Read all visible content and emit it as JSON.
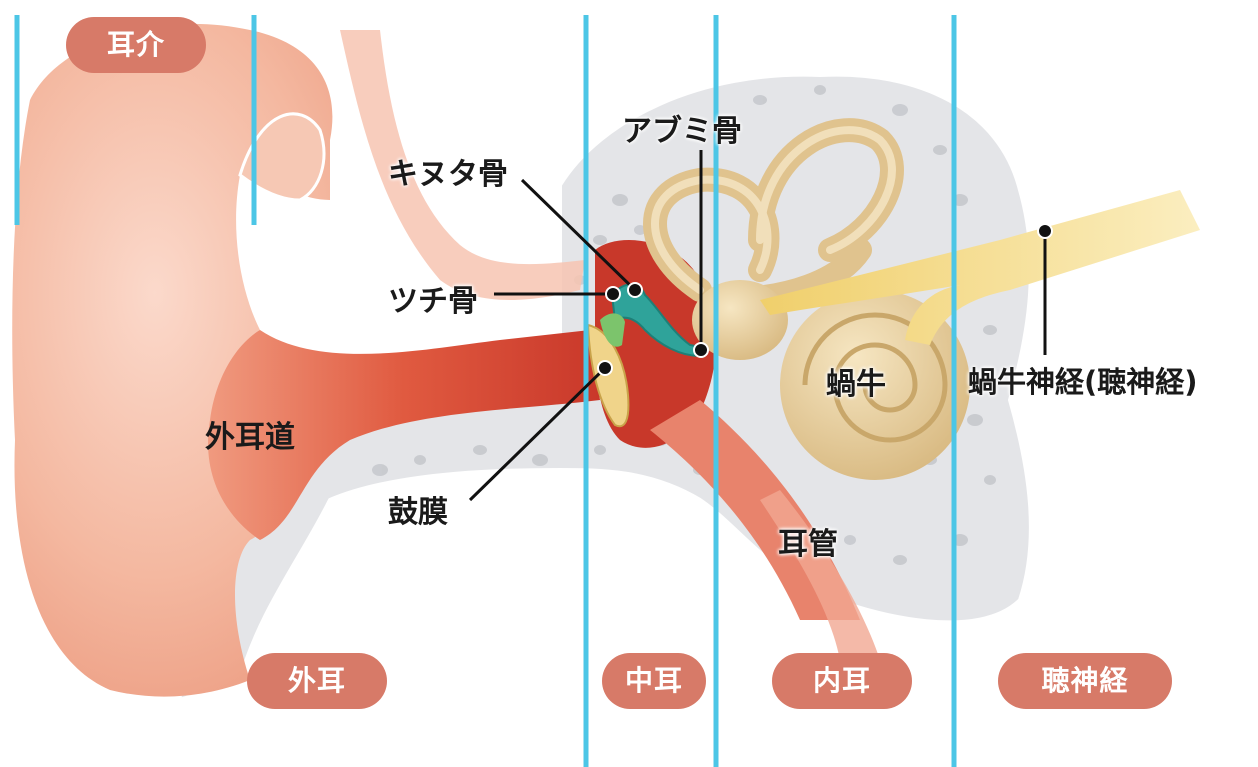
{
  "sections": {
    "auricle": "耳介",
    "outer_ear": "外耳",
    "middle_ear": "中耳",
    "inner_ear": "内耳",
    "auditory_nerve": "聴神経"
  },
  "parts": {
    "stapes": "アブミ骨",
    "incus": "キヌタ骨",
    "malleus": "ツチ骨",
    "ear_canal": "外耳道",
    "eardrum": "鼓膜",
    "cochlea": "蝸牛",
    "cochlear_nerve": "蝸牛神経(聴神経)",
    "eustachian_tube": "耳管"
  },
  "colors": {
    "divider": "#4cc6e6",
    "badge": "#d77a68",
    "skin": "#f3b9a2",
    "canal": "#e0553e",
    "bone": "#dcdde0",
    "ossicle": "#2fa39a",
    "cochlea": "#e6cf9e",
    "nerve": "#f2d57e"
  }
}
